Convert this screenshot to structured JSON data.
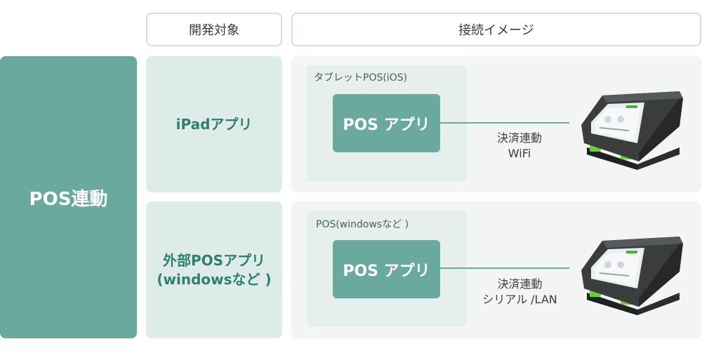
{
  "headers": {
    "target": "開発対象",
    "connection": "接続イメージ"
  },
  "main_label": "POS連動",
  "rows": [
    {
      "target_label": "iPadアプリ",
      "device_label": "タブレットPOS(iOS)",
      "app_label": "POS アプリ",
      "link_label": "決済連動\nWiFi"
    },
    {
      "target_label": "外部POSアプリ\n(windowsなど )",
      "device_label": "POS(windowsなど )",
      "app_label": "POS アプリ",
      "link_label": "決済連動\nシリアル /LAN"
    }
  ],
  "colors": {
    "accent": "#6aaa9e",
    "accent_text": "#2f7f6d",
    "light_panel": "#deece9",
    "connection_bg": "#f3f5f4"
  },
  "icons": [
    "payment-terminal-icon"
  ]
}
